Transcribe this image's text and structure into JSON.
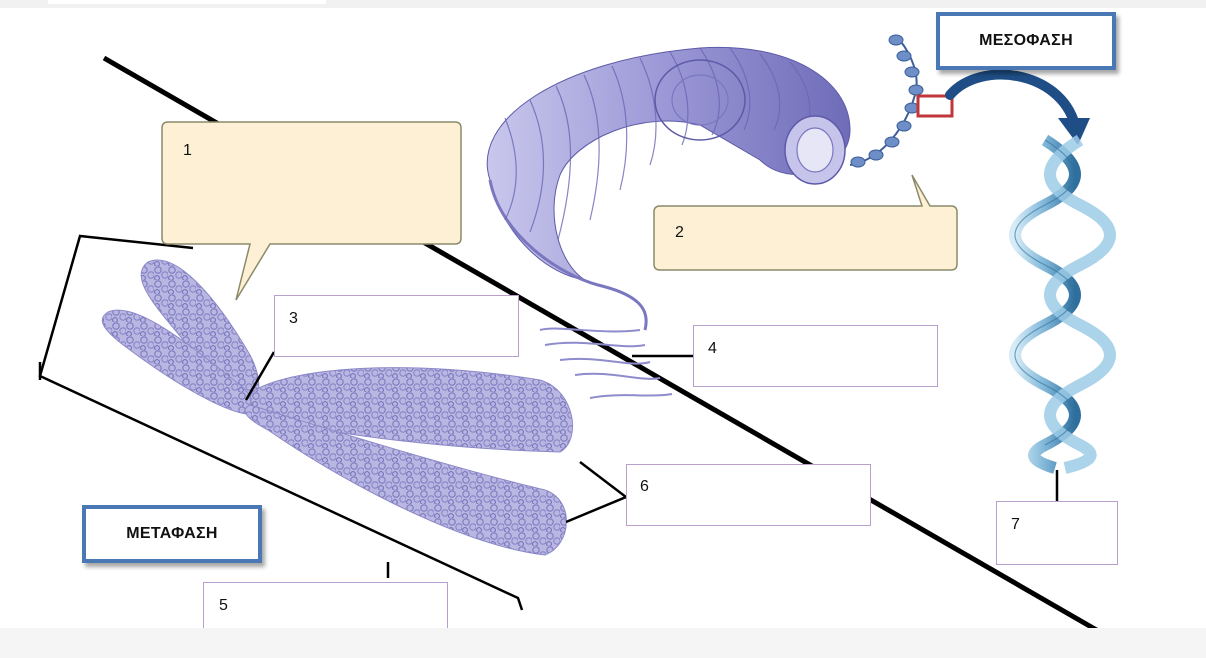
{
  "phases": {
    "interphase": "ΜΕΣΟΦΑΣΗ",
    "metaphase": "ΜΕΤΑΦΑΣΗ"
  },
  "labels": {
    "l1": "1",
    "l2": "2",
    "l3": "3",
    "l4": "4",
    "l5": "5",
    "l6": "6",
    "l7": "7"
  },
  "colors": {
    "phase_border": "#4a78b5",
    "callout_fill": "#fdf0d5",
    "callout_stroke": "#8a8a6a",
    "label_border": "#b9a0cc",
    "chromosome": "#a8a6d6",
    "coil": "#8e8ccc",
    "dna_helix": "#7fb6d8",
    "highlight_rect": "#c0363a"
  }
}
